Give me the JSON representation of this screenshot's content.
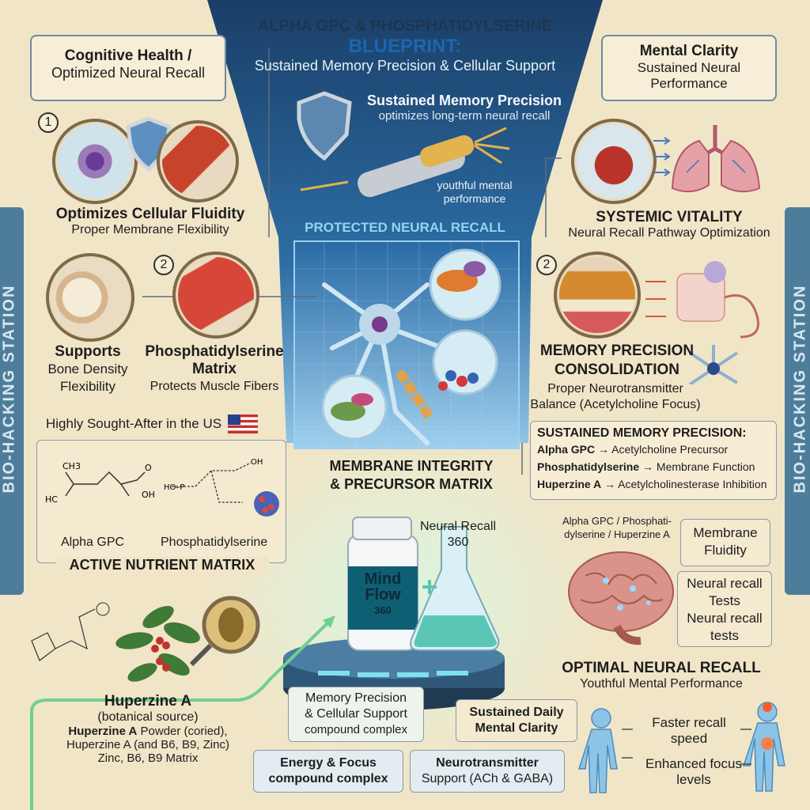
{
  "header": {
    "title": "ALPHA GPC & PHOSPHATIDYLSERINE",
    "blueprint": "BLUEPRINT:",
    "subtitle": "Sustained Memory Precision & Cellular Support",
    "smp_title": "Sustained Memory Precision",
    "smp_sub": "optimizes long-term neural recall",
    "youthful_1": "youthful mental",
    "youthful_2": "performance",
    "protected": "PROTECTED NEURAL RECALL"
  },
  "top_left": {
    "line1": "Cognitive Health /",
    "line2": "Optimized Neural Recall"
  },
  "top_right": {
    "line1": "Mental Clarity",
    "line2": "Sustained Neural",
    "line3": "Performance"
  },
  "numbers": {
    "one": "1",
    "two": "2"
  },
  "left": {
    "fluidity_title": "Optimizes Cellular Fluidity",
    "fluidity_sub": "Proper Membrane Flexibility",
    "supports_title": "Supports",
    "supports_l1": "Bone Density",
    "supports_l2": "Flexibility",
    "ps_title_1": "Phosphatidylserine",
    "ps_title_2": "Matrix",
    "ps_sub": "Protects Muscle Fibers",
    "sought": "Highly Sought-After in the US",
    "alpha_gpc": "Alpha GPC",
    "phosphatidylserine": "Phosphatidylserine",
    "active_matrix": "ACTIVE NUTRIENT MATRIX",
    "huperzine_title": "Huperzine A",
    "huperzine_sub": "(botanical source)",
    "huperzine_l1_bold": "Huperzine A",
    "huperzine_l1_rest": " Powder (coried),",
    "huperzine_l2": "Huperzine A (and B6, B9, Zinc)",
    "huperzine_l3": "Zinc, B6, B9 Matrix"
  },
  "side": {
    "left": "BIO-HACKING STATION",
    "right": "BIO-HACKING STATION"
  },
  "right": {
    "vitality_title": "SYSTEMIC VITALITY",
    "vitality_sub": "Neural Recall Pathway Optimization",
    "mpc_title_1": "MEMORY PRECISION",
    "mpc_title_2": "CONSOLIDATION",
    "mpc_sub_1": "Proper Neurotransmitter",
    "mpc_sub_2": "Balance (Acetylcholine Focus)",
    "smp_box_title": "SUSTAINED MEMORY PRECISION:",
    "smp_rows": [
      {
        "bold": "Alpha GPC",
        "rest": " → Acetylcholine Precursor"
      },
      {
        "bold": "Phosphatidylserine",
        "rest": " → Membrane Function"
      },
      {
        "bold": "Huperzine A",
        "rest": " → Acetylcholinesterase Inhibition"
      }
    ],
    "brain_label_1": "Alpha GPC / Phosphati-",
    "brain_label_2": "dylserine / Huperzine A",
    "membrane_1": "Membrane",
    "membrane_2": "Fluidity",
    "tests_1": "Neural recall",
    "tests_2": "Tests",
    "tests_3": "Neural recall",
    "tests_4": "tests",
    "optimal_title": "OPTIMAL NEURAL RECALL",
    "optimal_sub": "Youthful Mental Performance",
    "faster_1": "Faster recall",
    "faster_2": "speed",
    "focus_1": "Enhanced focus",
    "focus_2": "levels"
  },
  "center": {
    "membrane_1": "MEMBRANE INTEGRITY",
    "membrane_2": "& PRECURSOR MATRIX",
    "bottle_1": "Mind",
    "bottle_2": "Flow",
    "bottle_3": "360",
    "neural_recall_1": "Neural Recall",
    "neural_recall_2": "360",
    "mp_box_1": "Memory Precision",
    "mp_box_2": "& Cellular Support",
    "mp_box_3": "compound complex",
    "daily_1": "Sustained Daily",
    "daily_2": "Mental Clarity",
    "energy_1": "Energy & Focus",
    "energy_2": "compound complex",
    "nt_1": "Neurotransmitter",
    "nt_2": "Support (ACh & GABA)"
  },
  "colors": {
    "background": "#f1e5c8",
    "panel_blue": "#1e4b78",
    "side_bar": "#4e7d9b",
    "accent_green": "#6fcf8e"
  }
}
